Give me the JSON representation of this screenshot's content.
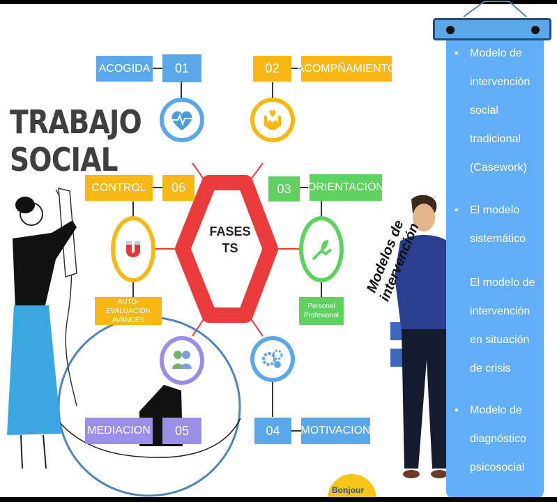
{
  "title": [
    "TRABAJO",
    "SOCIAL"
  ],
  "hub": {
    "line1": "FASES",
    "line2": "TS"
  },
  "phases": [
    {
      "name": "ACOGIDA",
      "number": "01"
    },
    {
      "name": "ACOMPÑAMIENTO",
      "number": "02"
    },
    {
      "name": "ORIENTACIÓN",
      "number": "03",
      "sublabel": "Personal Profesional"
    },
    {
      "name": "MOTIVACION",
      "number": "04"
    },
    {
      "name": "MEDIACION",
      "number": "05"
    },
    {
      "name": "CONTROL",
      "number": "06",
      "sublabel": "AUTO-EVALUACIÓN AVANCES"
    }
  ],
  "side_label": "Modelos de intervención",
  "models": [
    "Modelo de intervención social tradicional (Casework)",
    "El modelo sistemático",
    "El modelo de intervención en situación de crisis",
    "Modelo de diagnóstico psicosocial"
  ],
  "bullet": "•",
  "badge": "Bonjour",
  "colors": {
    "blue": "#5aa8ea",
    "orange": "#f7b815",
    "green": "#5fd161",
    "purple": "#9b8ee9",
    "red": "#ea3b3b",
    "scroll": "#63aefb"
  },
  "icons": [
    "heart-pulse-icon",
    "hands-heart-icon",
    "plant-hand-icon",
    "gears-icon",
    "people-handshake-icon",
    "magnet-icon"
  ]
}
